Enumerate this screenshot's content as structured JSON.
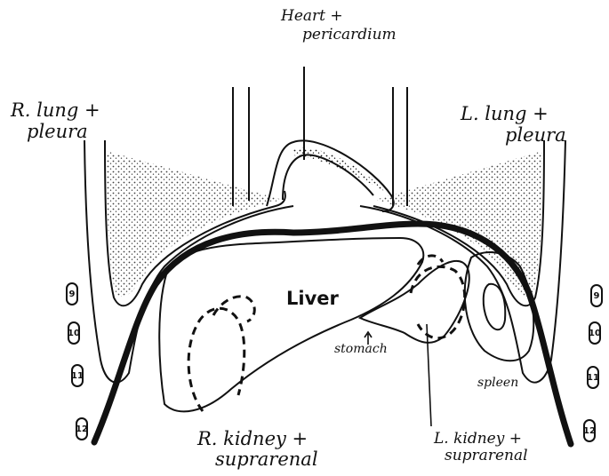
{
  "labels": {
    "heart": [
      "Heart +",
      "pericardium"
    ],
    "r_lung": [
      "R. lung +",
      "pleura"
    ],
    "l_lung": [
      "L. lung +",
      "pleura"
    ],
    "liver": "Liver",
    "stomach": "stomach",
    "spleen": "spleen",
    "r_kidney": [
      "R. kidney +",
      "suprarenal"
    ],
    "l_kidney": [
      "L. kidney +",
      "suprarenal"
    ]
  },
  "ribs": {
    "left": [
      "9",
      "10",
      "11",
      "12"
    ],
    "right": [
      "9",
      "10",
      "11",
      "12"
    ]
  },
  "colors": {
    "ink": "#111111",
    "paper": "#ffffff"
  }
}
